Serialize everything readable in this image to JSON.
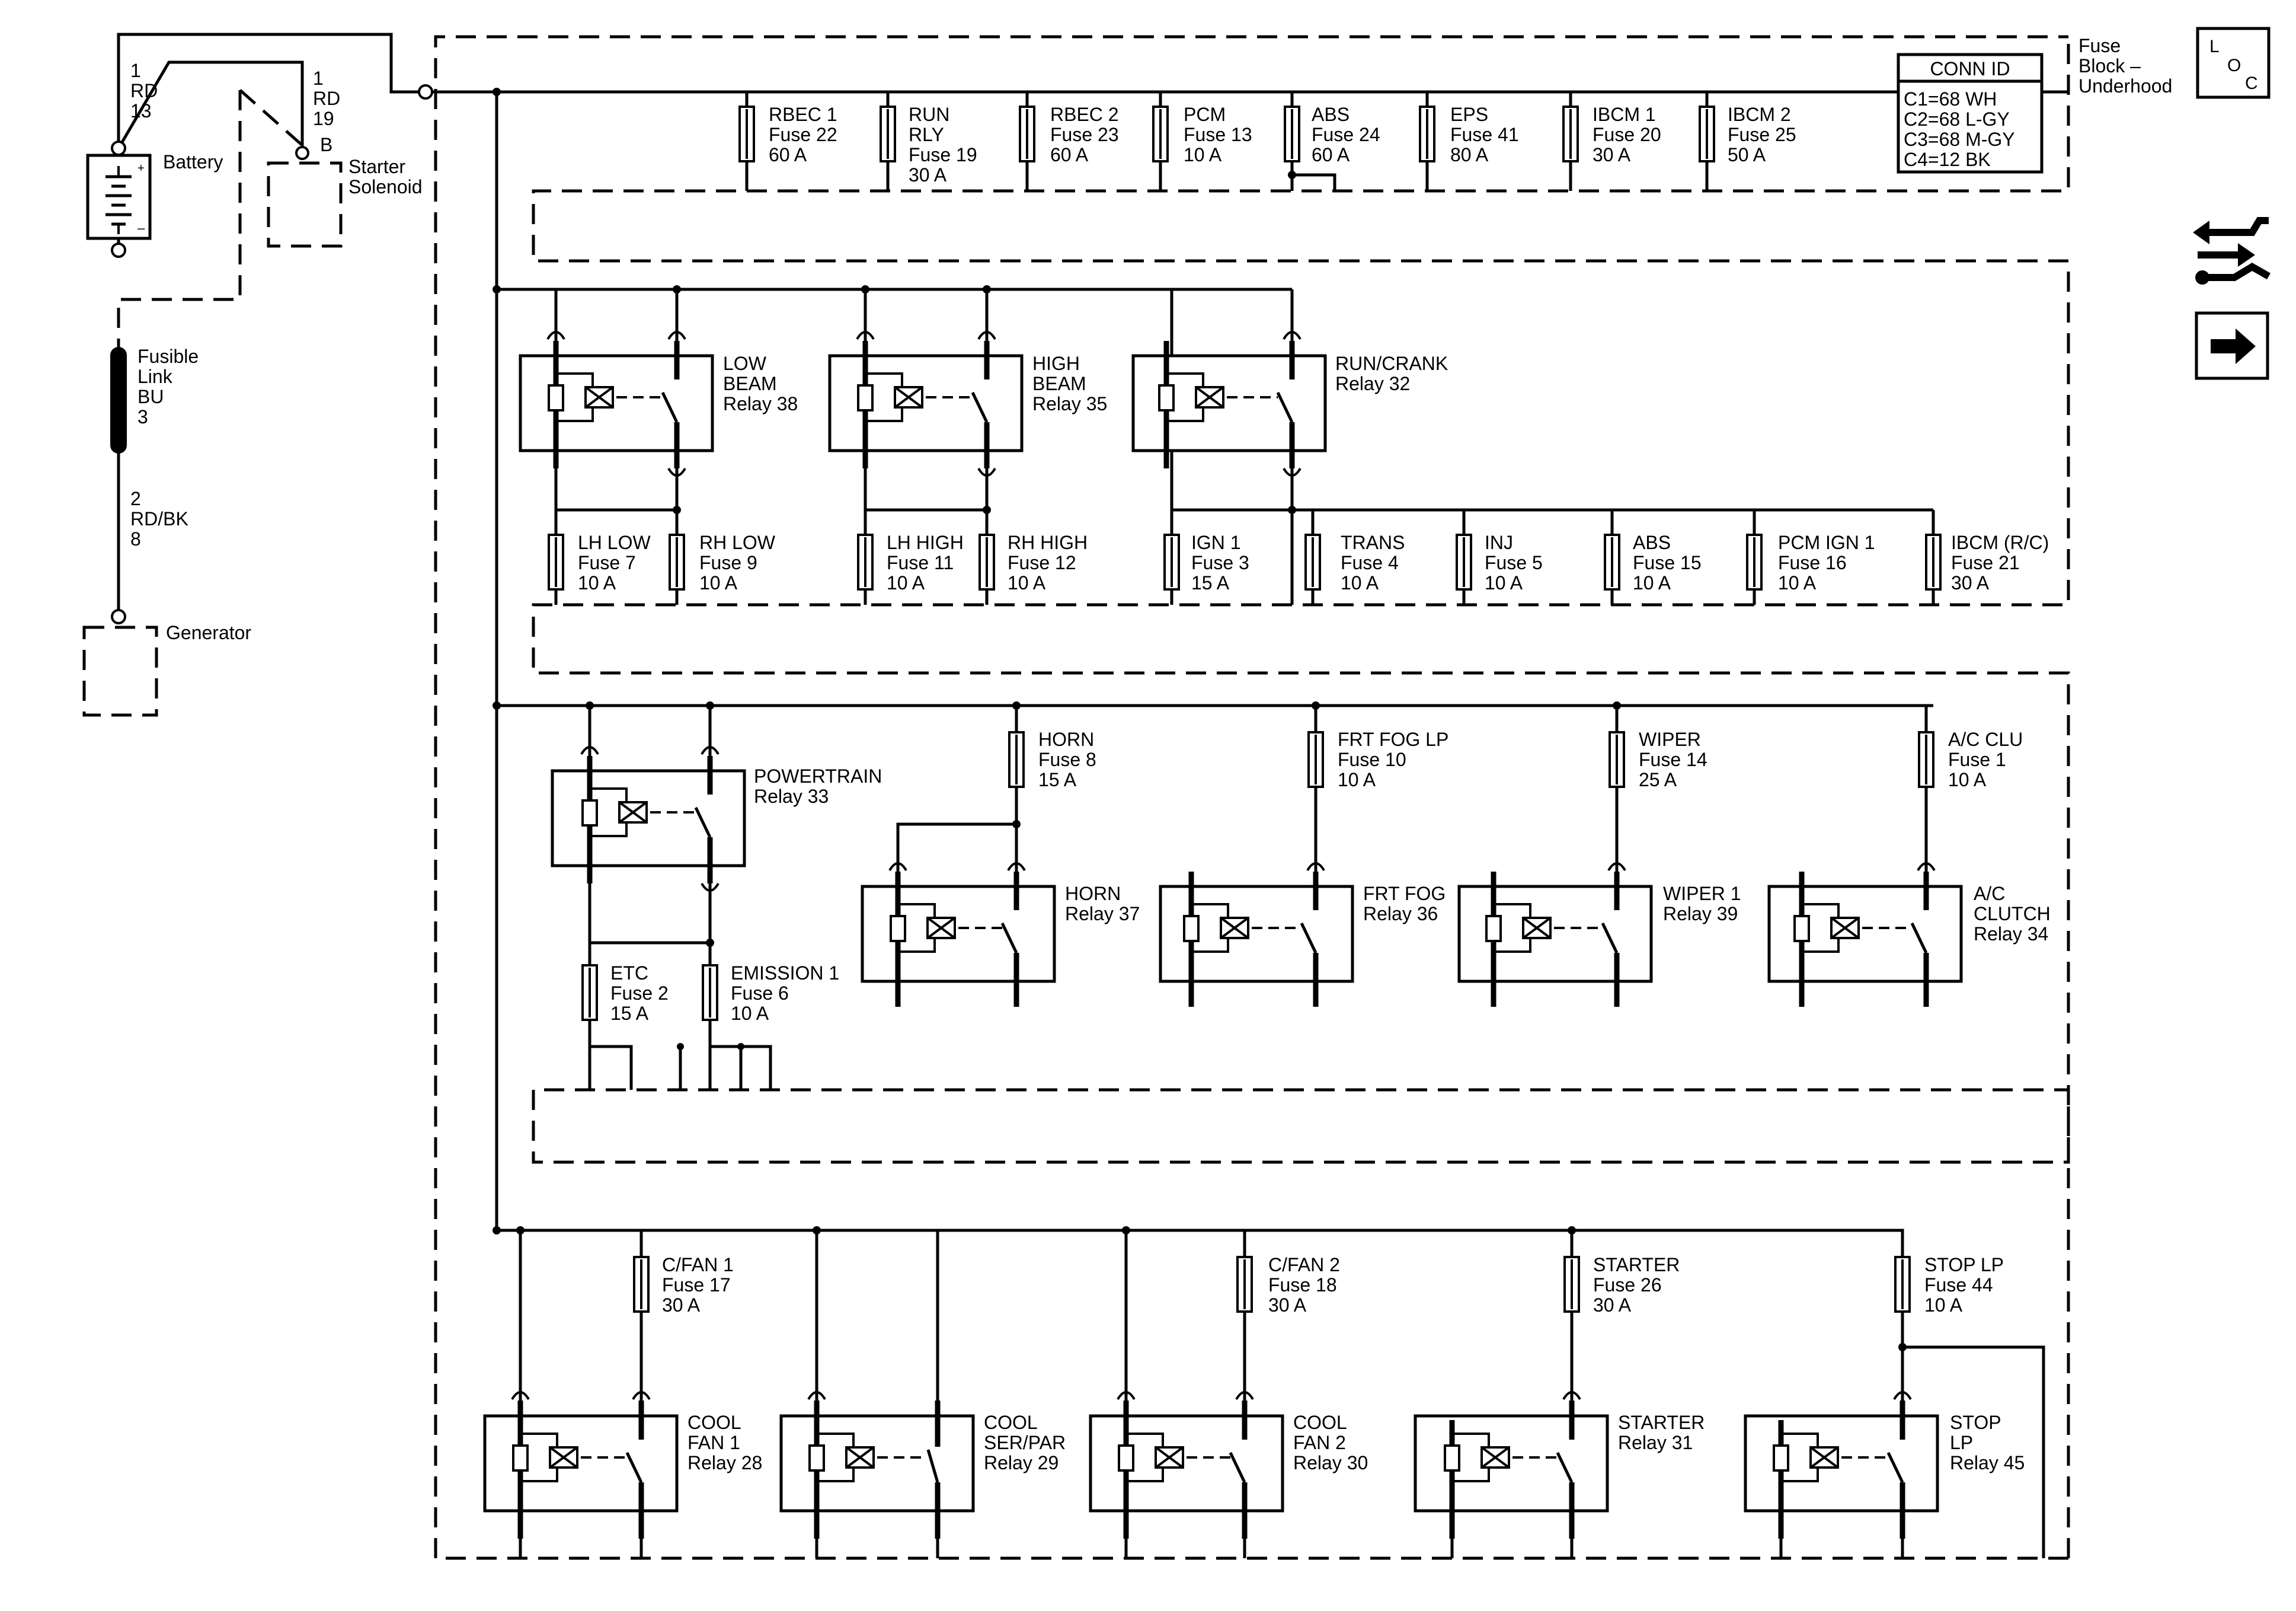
{
  "connector_table": {
    "title": "CONN ID",
    "rows": [
      "C1=68 WH",
      "C2=68 L-GY",
      "C3=68 M-GY",
      "C4=12 BK"
    ]
  },
  "fuse_block_label": [
    "Fuse",
    "Block –",
    "Underhood"
  ],
  "loc_icon": {
    "letters": [
      "L",
      "O",
      "C"
    ]
  },
  "nav_icons": {
    "schematic": "schematic-connector-icon",
    "next": "arrow-right-icon"
  },
  "battery": {
    "label": "Battery",
    "wire_pos": [
      "1",
      "RD",
      "13"
    ],
    "wire_starter": [
      "1",
      "RD",
      "19"
    ]
  },
  "starter_solenoid": {
    "label": [
      "Starter",
      "Solenoid"
    ],
    "terminal": "B"
  },
  "fusible_link": {
    "label": [
      "Fusible",
      "Link",
      "BU",
      "3"
    ]
  },
  "generator": {
    "label": "Generator",
    "wire": [
      "2",
      "RD/BK",
      "8"
    ]
  },
  "fuses": [
    {
      "lines": [
        "RBEC 1",
        "Fuse 22",
        "60 A"
      ]
    },
    {
      "lines": [
        "RUN",
        "RLY",
        "Fuse 19",
        "30 A"
      ]
    },
    {
      "lines": [
        "RBEC 2",
        "Fuse 23",
        "60 A"
      ]
    },
    {
      "lines": [
        "PCM",
        "Fuse 13",
        "10 A"
      ]
    },
    {
      "lines": [
        "ABS",
        "Fuse 24",
        "60 A"
      ]
    },
    {
      "lines": [
        "EPS",
        "Fuse 41",
        "80 A"
      ]
    },
    {
      "lines": [
        "IBCM 1",
        "Fuse 20",
        "30 A"
      ]
    },
    {
      "lines": [
        "IBCM 2",
        "Fuse 25",
        "50 A"
      ]
    },
    {
      "lines": [
        "LH LOW",
        "Fuse 7",
        "10 A"
      ]
    },
    {
      "lines": [
        "RH LOW",
        "Fuse 9",
        "10 A"
      ]
    },
    {
      "lines": [
        "LH HIGH",
        "Fuse 11",
        "10 A"
      ]
    },
    {
      "lines": [
        "RH HIGH",
        "Fuse 12",
        "10 A"
      ]
    },
    {
      "lines": [
        "IGN 1",
        "Fuse 3",
        "15 A"
      ]
    },
    {
      "lines": [
        "TRANS",
        "Fuse 4",
        "10 A"
      ]
    },
    {
      "lines": [
        "INJ",
        "Fuse 5",
        "10 A"
      ]
    },
    {
      "lines": [
        "ABS",
        "Fuse 15",
        "10 A"
      ]
    },
    {
      "lines": [
        "PCM IGN 1",
        "Fuse 16",
        "10 A"
      ]
    },
    {
      "lines": [
        "IBCM (R/C)",
        "Fuse 21",
        "30 A"
      ]
    },
    {
      "lines": [
        "HORN",
        "Fuse 8",
        "15 A"
      ]
    },
    {
      "lines": [
        "FRT FOG LP",
        "Fuse 10",
        "10 A"
      ]
    },
    {
      "lines": [
        "WIPER",
        "Fuse 14",
        "25 A"
      ]
    },
    {
      "lines": [
        "A/C CLU",
        "Fuse 1",
        "10 A"
      ]
    },
    {
      "lines": [
        "ETC",
        "Fuse 2",
        "15 A"
      ]
    },
    {
      "lines": [
        "EMISSION 1",
        "Fuse 6",
        "10 A"
      ]
    },
    {
      "lines": [
        "C/FAN 1",
        "Fuse 17",
        "30 A"
      ]
    },
    {
      "lines": [
        "C/FAN 2",
        "Fuse 18",
        "30 A"
      ]
    },
    {
      "lines": [
        "STARTER",
        "Fuse 26",
        "30 A"
      ]
    },
    {
      "lines": [
        "STOP LP",
        "Fuse 44",
        "10 A"
      ]
    }
  ],
  "relays": [
    {
      "lines": [
        "LOW",
        "BEAM",
        "Relay 38"
      ]
    },
    {
      "lines": [
        "HIGH",
        "BEAM",
        "Relay 35"
      ]
    },
    {
      "lines": [
        "RUN/CRANK",
        "Relay 32"
      ]
    },
    {
      "lines": [
        "POWERTRAIN",
        "Relay 33"
      ]
    },
    {
      "lines": [
        "HORN",
        "Relay 37"
      ]
    },
    {
      "lines": [
        "FRT FOG",
        "Relay 36"
      ]
    },
    {
      "lines": [
        "WIPER 1",
        "Relay 39"
      ]
    },
    {
      "lines": [
        "A/C",
        "CLUTCH",
        "Relay 34"
      ]
    },
    {
      "lines": [
        "COOL",
        "FAN 1",
        "Relay 28"
      ]
    },
    {
      "lines": [
        "COOL",
        "SER/PAR",
        "Relay 29"
      ]
    },
    {
      "lines": [
        "COOL",
        "FAN 2",
        "Relay 30"
      ]
    },
    {
      "lines": [
        "STARTER",
        "Relay 31"
      ]
    },
    {
      "lines": [
        "STOP",
        "LP",
        "Relay 45"
      ]
    }
  ]
}
